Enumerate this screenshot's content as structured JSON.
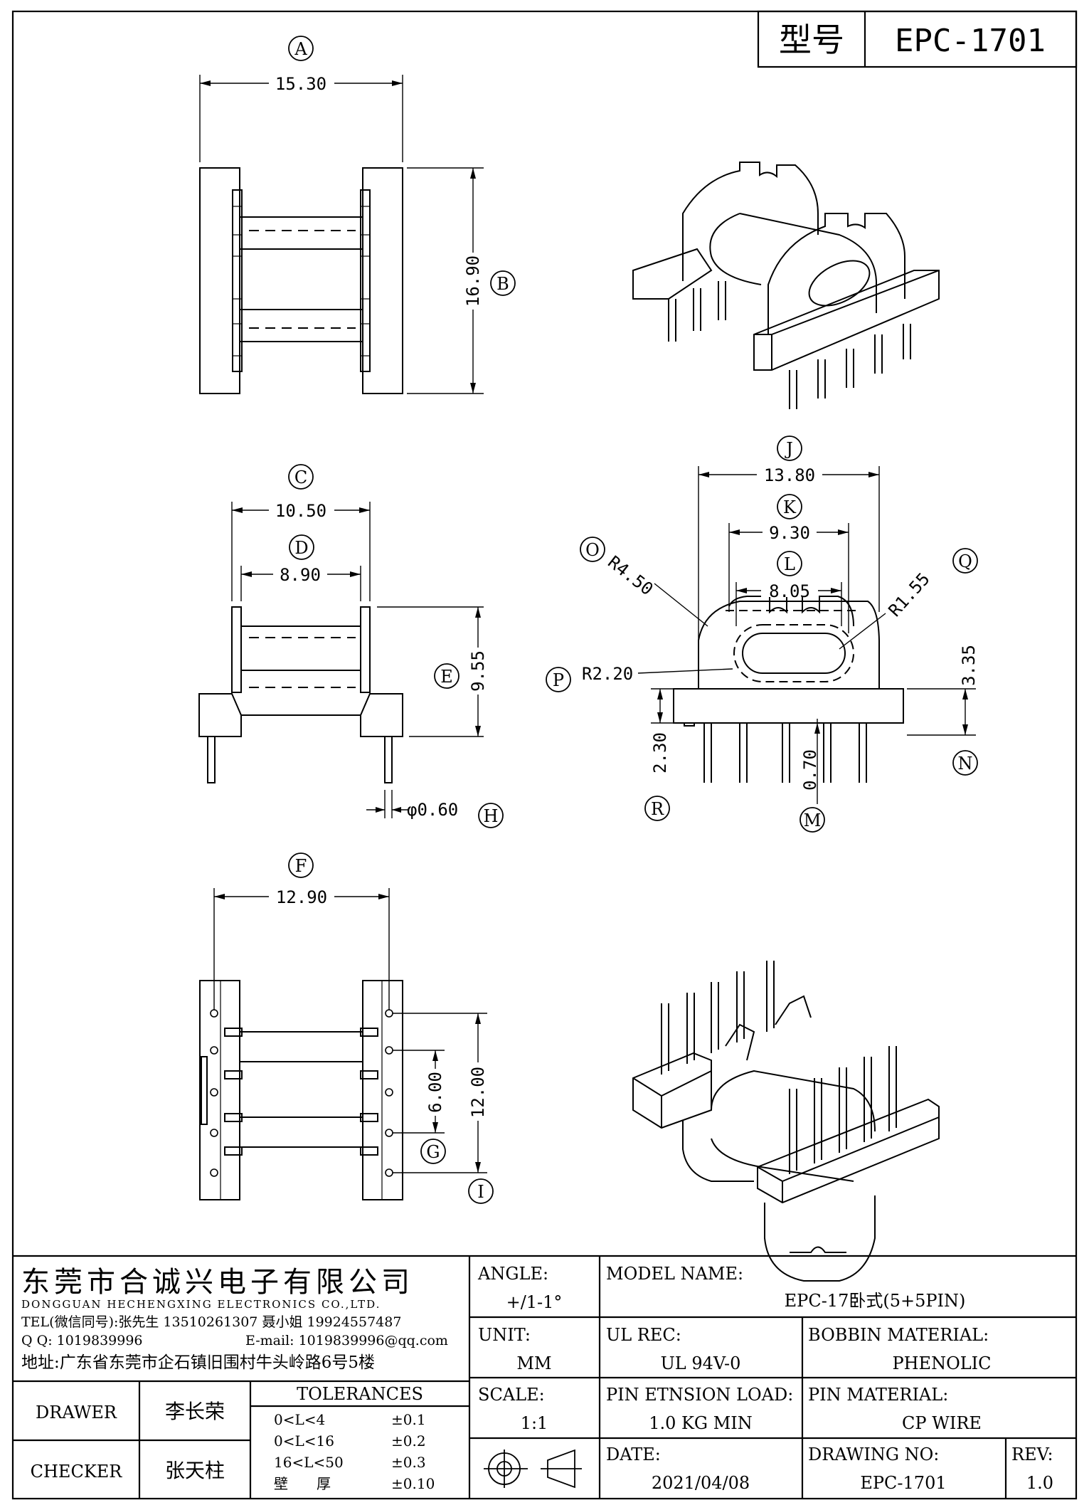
{
  "model_box": {
    "label": "型号",
    "value": "EPC-1701"
  },
  "dims": {
    "A": "15.30",
    "B": "16.90",
    "C": "10.50",
    "D": "8.90",
    "E": "9.55",
    "H": "φ0.60",
    "J": "13.80",
    "K": "9.30",
    "L": "8.05",
    "O": "R4.50",
    "Q": "R1.55",
    "P": "R2.20",
    "N": "3.35",
    "R": "2.30",
    "M": "0.70",
    "F": "12.90",
    "G": "6.00",
    "I": "12.00"
  },
  "circle_labels": [
    "A",
    "B",
    "C",
    "D",
    "E",
    "F",
    "G",
    "H",
    "I",
    "J",
    "K",
    "L",
    "M",
    "N",
    "O",
    "P",
    "Q",
    "R"
  ],
  "company": {
    "name_cn": "东莞市合诚兴电子有限公司",
    "name_en": "DONGGUAN HECHENGXING ELECTRONICS CO.,LTD.",
    "tel": "TEL(微信同号):张先生 13510261307 聂小姐 19924557487",
    "qq": "Q Q: 1019839996",
    "email": "E-mail: 1019839996@qq.com",
    "address": "地址:广东省东莞市企石镇旧围村牛头岭路6号5楼"
  },
  "titleblock": {
    "angle_label": "ANGLE:",
    "angle_value": "+/1-1°",
    "unit_label": "UNIT:",
    "unit_value": "MM",
    "scale_label": "SCALE:",
    "scale_value": "1:1",
    "model_label": "MODEL NAME:",
    "model_value": "EPC-17卧式(5+5PIN)",
    "ul_label": "UL REC:",
    "ul_value": "UL 94V-0",
    "bobbin_label": "BOBBIN MATERIAL:",
    "bobbin_value": "PHENOLIC",
    "pin_load_label": "PIN ETNSION LOAD:",
    "pin_load_value": "1.0 KG MIN",
    "pin_mat_label": "PIN MATERIAL:",
    "pin_mat_value": "CP WIRE",
    "date_label": "DATE:",
    "date_value": "2021/04/08",
    "drawing_label": "DRAWING NO:",
    "drawing_value": "EPC-1701",
    "rev_label": "REV:",
    "rev_value": "1.0",
    "drawer_label": "DRAWER",
    "drawer_value": "李长荣",
    "checker_label": "CHECKER",
    "checker_value": "张天柱",
    "tolerances_label": "TOLERANCES",
    "tolerances": [
      {
        "range": "0<L<4",
        "value": "±0.1"
      },
      {
        "range": "0<L<16",
        "value": "±0.2"
      },
      {
        "range": "16<L<50",
        "value": "±0.3"
      },
      {
        "range": "壁　　厚",
        "value": "±0.10"
      }
    ]
  }
}
